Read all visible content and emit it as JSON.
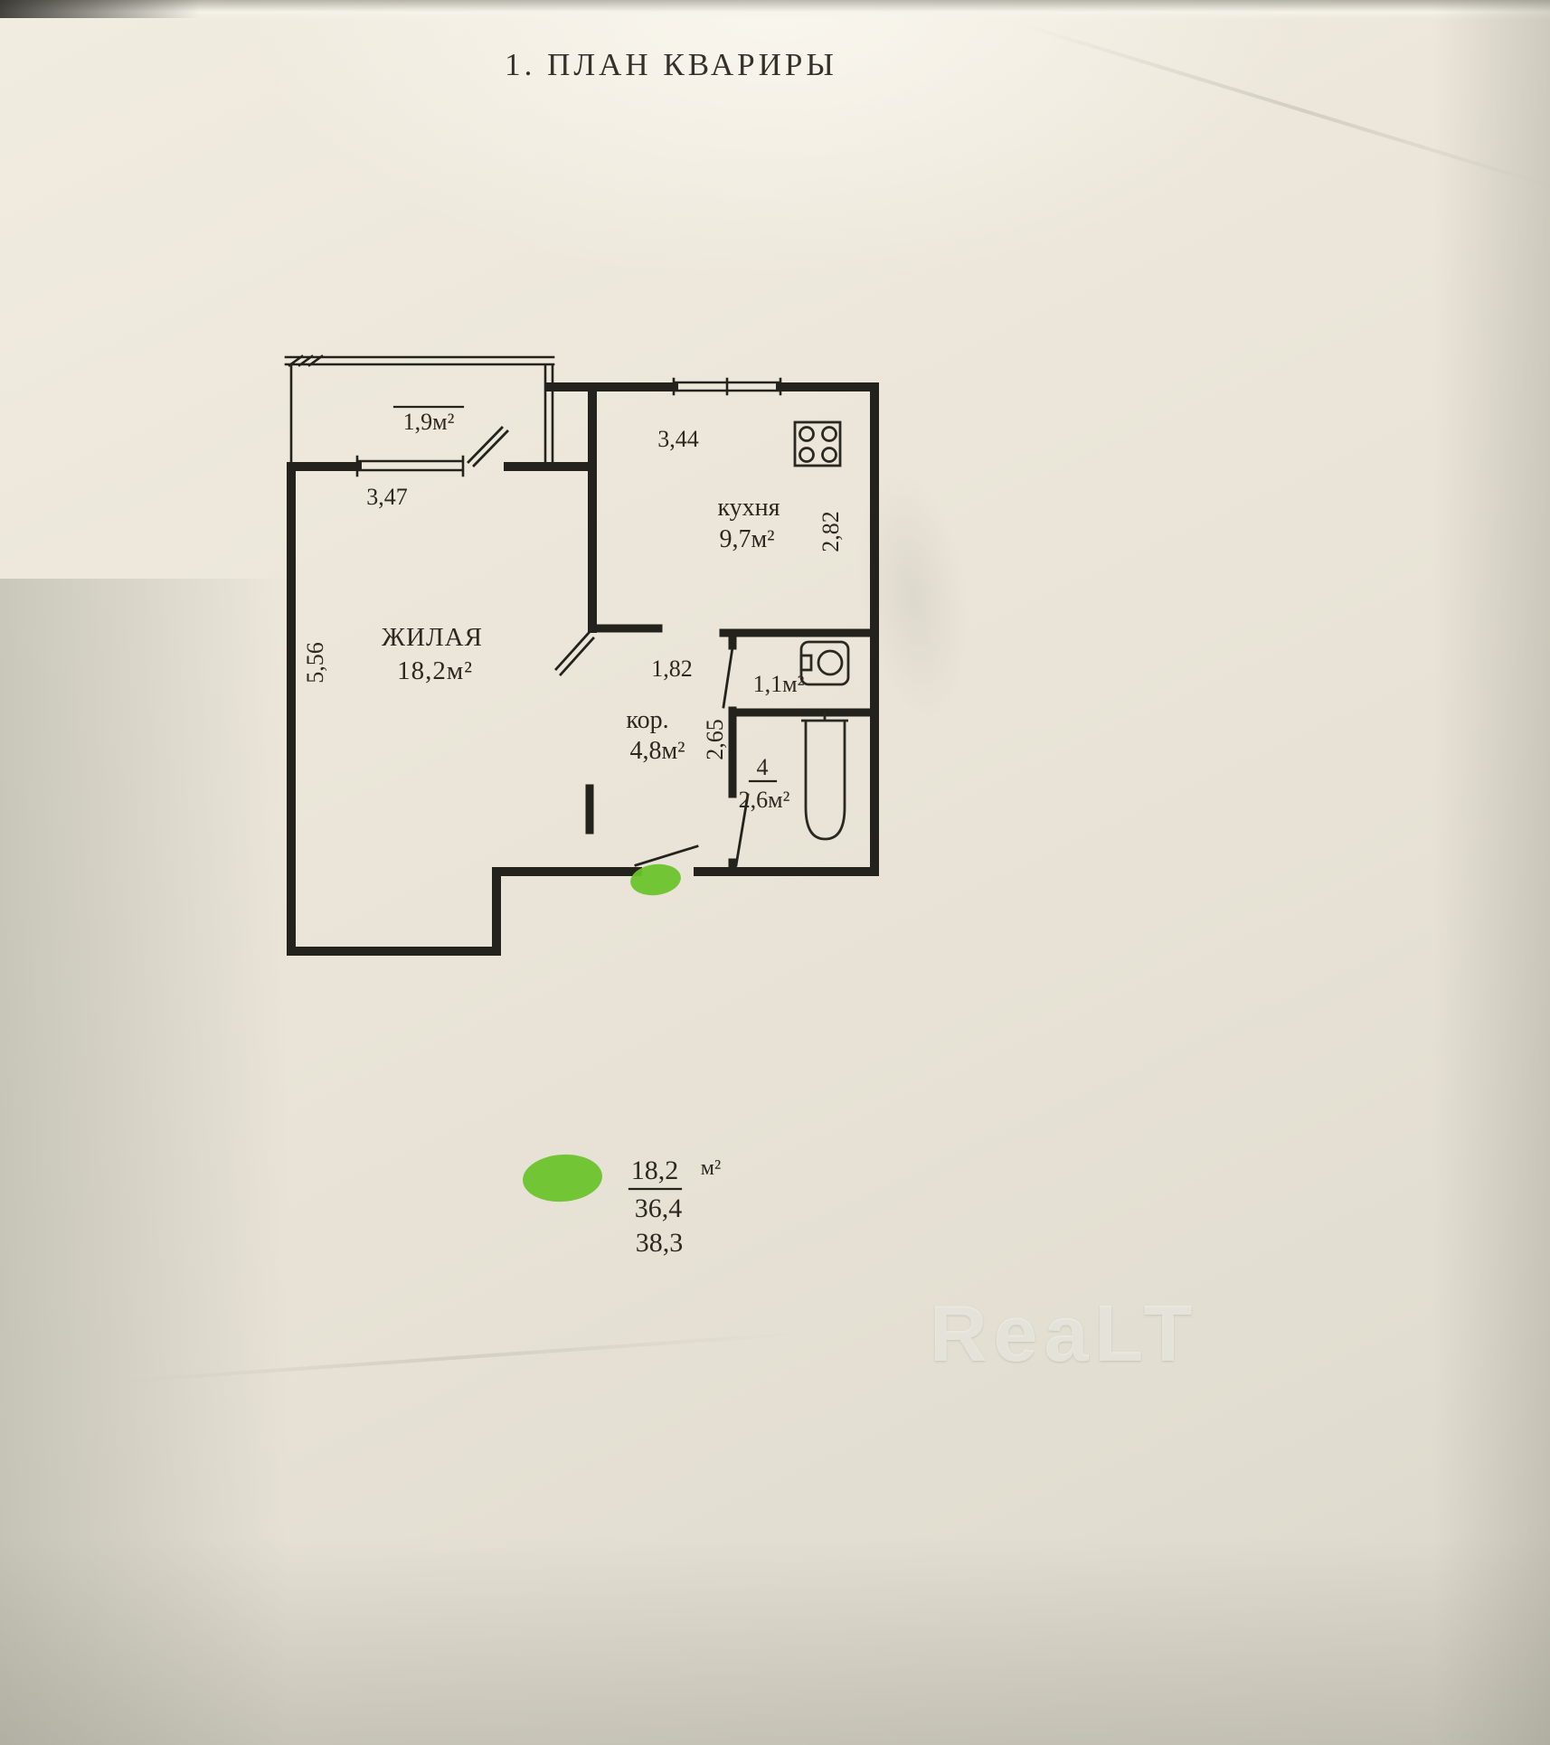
{
  "title": "1. ПЛАН КВАРИРЫ",
  "colors": {
    "paper": "#e9e4d7",
    "ink": "#2c2820",
    "highlighter": "#6bc32c"
  },
  "icons": {
    "stove": "stove-icon",
    "sink": "sink-icon",
    "toilet": "toilet-icon",
    "highlight_small": "green-highlighter-mark",
    "highlight_large": "green-highlighter-mark"
  },
  "floorplan": {
    "rooms": {
      "living": {
        "name": "ЖИЛАЯ",
        "area": "18,2м²"
      },
      "kitchen": {
        "name": "кухня",
        "area": "9,7м²"
      },
      "corridor": {
        "name": "кор.",
        "area": "4,8м²"
      },
      "bathroom": {
        "area": "1,1м²"
      },
      "toilet": {
        "number": "4",
        "area": "2,6м²"
      },
      "balcony": {
        "area": "1,9м²"
      }
    },
    "dimensions": {
      "living_width": "3,47",
      "living_height": "5,56",
      "kitchen_width": "3,44",
      "kitchen_height": "2,82",
      "corridor_width": "1,82",
      "corridor_height": "2,65"
    }
  },
  "summary": {
    "living_area": "18,2",
    "unit": "м²",
    "total": "36,4",
    "total_with_balcony": "38,3"
  },
  "watermark": "ReaLT"
}
